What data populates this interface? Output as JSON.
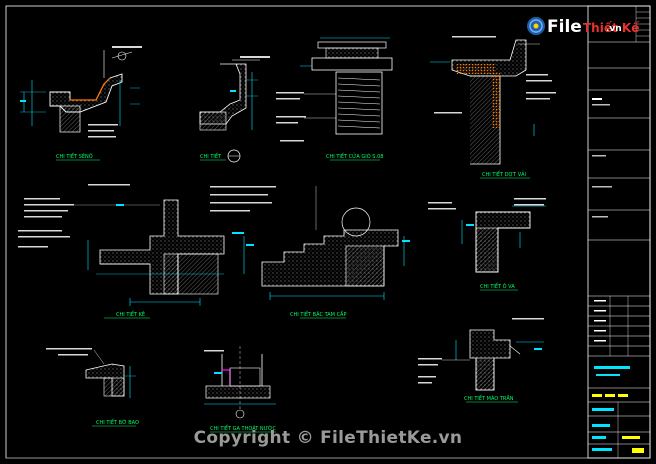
{
  "logo": {
    "text_a": "File",
    "text_b": "Thiết Kế",
    "text_c": ".vn"
  },
  "watermark": "Copyright © FileThietKe.vn",
  "details": [
    {
      "id": "chi-tiet-seno",
      "title": "CHI TIẾT SÊNÔ"
    },
    {
      "id": "chi-tiet-2",
      "title": "CHI TIẾT"
    },
    {
      "id": "chi-tiet-cua-gio",
      "title": "CHI TIẾT CỬA GIÓ S.08"
    },
    {
      "id": "chi-tiet-dot-vai",
      "title": "CHI TIẾT DỢT VẢI"
    },
    {
      "id": "chi-tiet-ke",
      "title": "CHI TIẾT KÊ"
    },
    {
      "id": "chi-tiet-bac-tam-cap",
      "title": "CHI TIẾT BẬC TAM CẤP"
    },
    {
      "id": "chi-tiet-o-va",
      "title": "CHI TIẾT Ô VA"
    },
    {
      "id": "chi-tiet-bo-bao",
      "title": "CHI TIẾT BỜ BAO"
    },
    {
      "id": "chi-tiet-ga",
      "title": "CHI TIẾT GA THOÁT NƯỚC"
    },
    {
      "id": "chi-tiet-mao-tran",
      "title": "CHI TIẾT MÁO TRẦN"
    }
  ],
  "colors": {
    "background": "#000000",
    "line": "#ffffff",
    "title_green": "#00ff66",
    "dimension_cyan": "#00e5ff",
    "hatch_orange": "#ff7a00",
    "accent_magenta": "#ff00ff",
    "frame_yellow": "#ffff00",
    "logo_red": "#e7322b"
  }
}
